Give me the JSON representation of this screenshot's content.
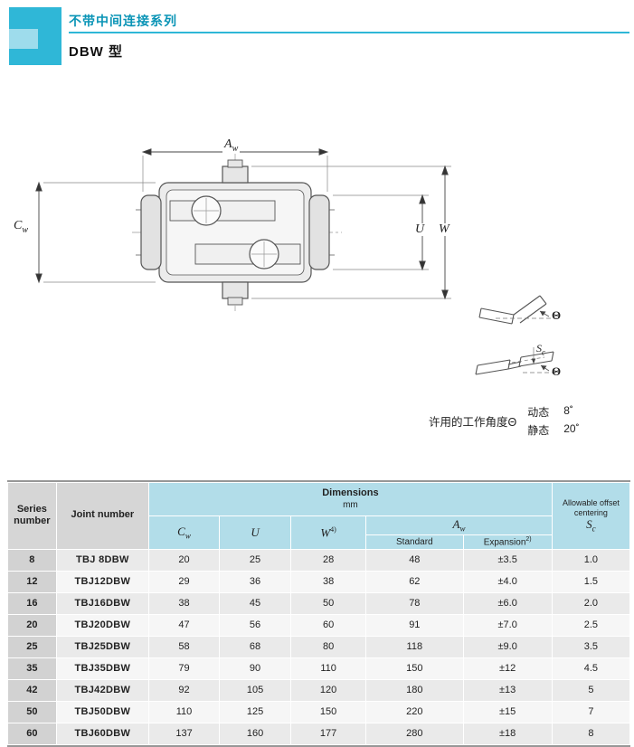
{
  "page": {
    "series_title": "不带中间连接系列",
    "type_title": "DBW 型"
  },
  "figure": {
    "dims": {
      "aw": {
        "main": "A",
        "sub": "w"
      },
      "cw": {
        "main": "C",
        "sub": "w"
      },
      "u": {
        "main": "U",
        "sub": ""
      },
      "w": {
        "main": "W",
        "sub": ""
      },
      "sc": {
        "main": "S",
        "sub": "c"
      },
      "theta_angle": "Θ",
      "theta_offset": "Θ"
    },
    "note": {
      "label": "许用的工作角度Θ",
      "dynamic_name": "动态",
      "dynamic_value": "8˚",
      "static_name": "静态",
      "static_value": "20˚"
    }
  },
  "table": {
    "headers": {
      "series": "Series number",
      "joint": "Joint number",
      "dimensions": "Dimensions",
      "unit": "mm",
      "cw": {
        "main": "C",
        "sub": "w"
      },
      "u": {
        "main": "U",
        "sub": ""
      },
      "w": {
        "main": "W",
        "sup": "4)"
      },
      "aw": {
        "main": "A",
        "sub": "w"
      },
      "standard": "Standard",
      "expansion": {
        "main": "Expansion",
        "sup": "2)"
      },
      "allowable": "Allowable offset centering",
      "sc": {
        "main": "S",
        "sub": "c"
      }
    },
    "rows": [
      {
        "series": "8",
        "joint": "TBJ 8DBW",
        "cw": "20",
        "u": "25",
        "w": "28",
        "standard": "48",
        "expansion": "±3.5",
        "sc": "1.0"
      },
      {
        "series": "12",
        "joint": "TBJ12DBW",
        "cw": "29",
        "u": "36",
        "w": "38",
        "standard": "62",
        "expansion": "±4.0",
        "sc": "1.5"
      },
      {
        "series": "16",
        "joint": "TBJ16DBW",
        "cw": "38",
        "u": "45",
        "w": "50",
        "standard": "78",
        "expansion": "±6.0",
        "sc": "2.0"
      },
      {
        "series": "20",
        "joint": "TBJ20DBW",
        "cw": "47",
        "u": "56",
        "w": "60",
        "standard": "91",
        "expansion": "±7.0",
        "sc": "2.5"
      },
      {
        "series": "25",
        "joint": "TBJ25DBW",
        "cw": "58",
        "u": "68",
        "w": "80",
        "standard": "118",
        "expansion": "±9.0",
        "sc": "3.5"
      },
      {
        "series": "35",
        "joint": "TBJ35DBW",
        "cw": "79",
        "u": "90",
        "w": "110",
        "standard": "150",
        "expansion": "±12",
        "sc": "4.5"
      },
      {
        "series": "42",
        "joint": "TBJ42DBW",
        "cw": "92",
        "u": "105",
        "w": "120",
        "standard": "180",
        "expansion": "±13",
        "sc": "5"
      },
      {
        "series": "50",
        "joint": "TBJ50DBW",
        "cw": "110",
        "u": "125",
        "w": "150",
        "standard": "220",
        "expansion": "±15",
        "sc": "7"
      },
      {
        "series": "60",
        "joint": "TBJ60DBW",
        "cw": "137",
        "u": "160",
        "w": "177",
        "standard": "280",
        "expansion": "±18",
        "sc": "8"
      }
    ]
  },
  "colors": {
    "accent_cyan": "#2fb7d7",
    "title_teal": "#0a94b6",
    "header_cyan": "#b2dde9",
    "header_gray": "#d6d6d6",
    "row_gray": "#eaeaea"
  }
}
